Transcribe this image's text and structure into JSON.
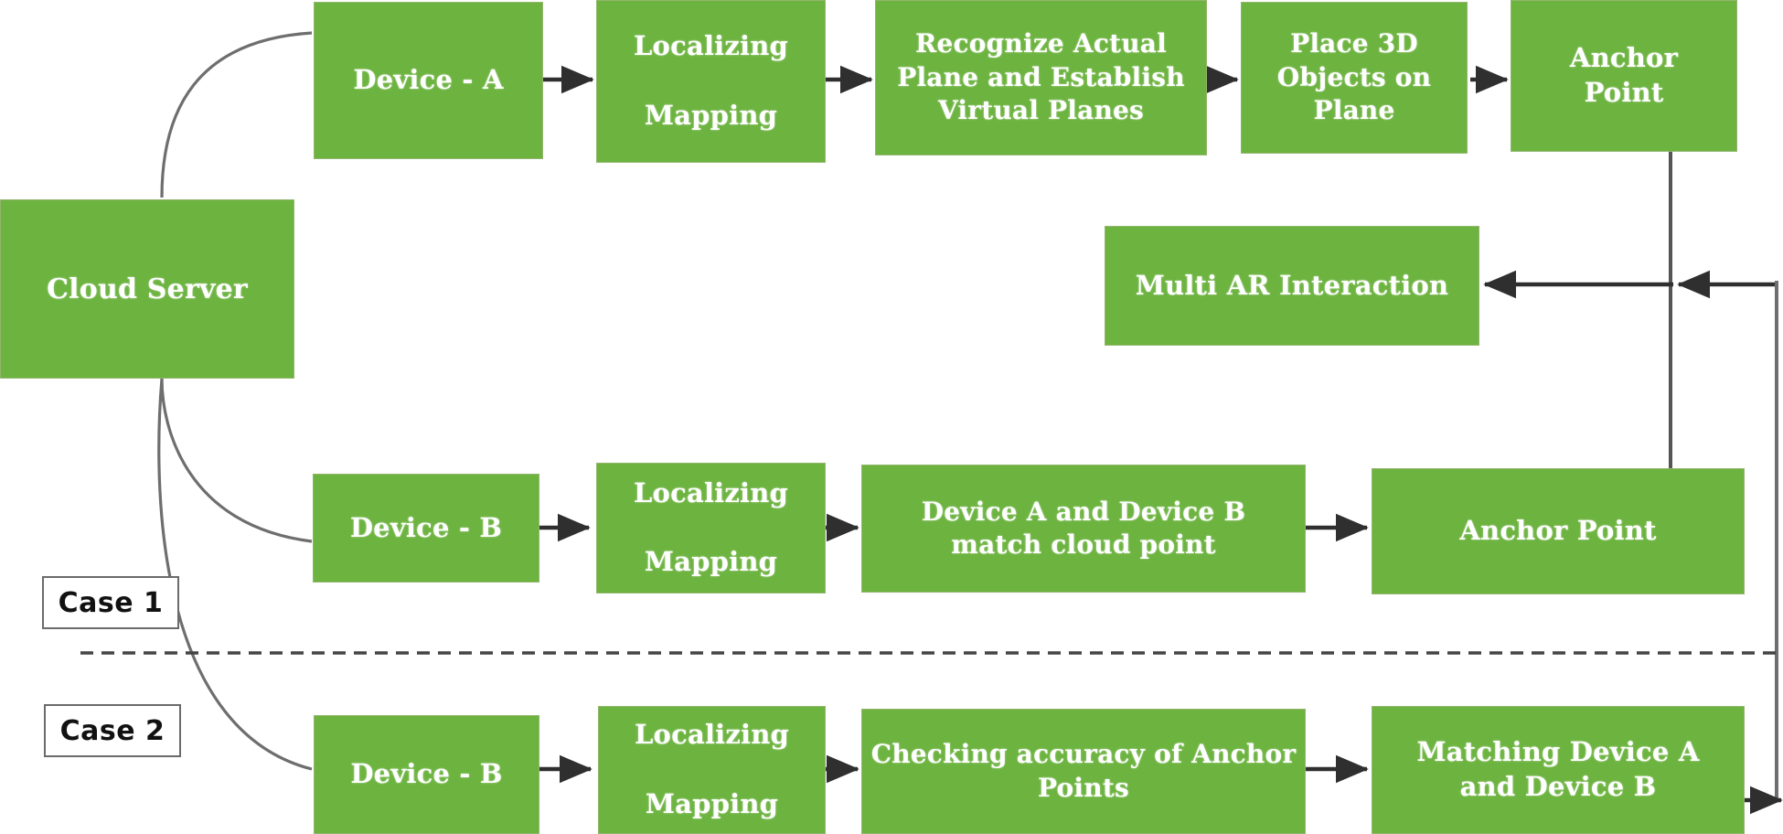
{
  "diagram": {
    "title": "Multi-device AR cloud anchor flow",
    "background_color": "#ffffff",
    "node_fill_color": "#6cb33f",
    "node_text_color": "#ffffff",
    "edge_color": "#3a3a3a",
    "case_tag_border_color": "#6b6b6b",
    "divider_style": "dashed"
  },
  "nodes": {
    "cloud_server": "Cloud Server",
    "device_a": "Device - A",
    "localizing_mapping_a": "Localizing\n\nMapping",
    "recognize_planes": "Recognize Actual\nPlane and Establish\nVirtual Planes",
    "place_objects": "Place 3D\nObjects on\nPlane",
    "anchor_point_top": "Anchor\nPoint",
    "multi_ar_interaction": "Multi AR Interaction",
    "device_b_case1": "Device - B",
    "localizing_mapping_b1": "Localizing\n\nMapping",
    "match_cloud_point": "Device A and Device B\nmatch cloud point",
    "anchor_point_mid": "Anchor Point",
    "device_b_case2": "Device - B",
    "localizing_mapping_b2": "Localizing\n\nMapping",
    "checking_accuracy": "Checking accuracy of Anchor\nPoints",
    "matching_devices": "Matching Device A\nand Device B"
  },
  "case_tags": {
    "case_1": "Case 1",
    "case_2": "Case 2"
  }
}
